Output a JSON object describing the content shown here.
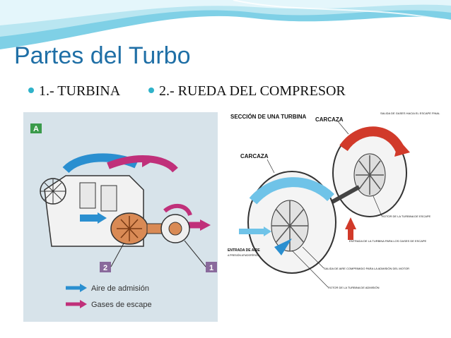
{
  "slide": {
    "title": "Partes del Turbo",
    "bullets": [
      {
        "label": "1.- TURBINA"
      },
      {
        "label": "2.- RUEDA DEL COMPRESOR"
      }
    ]
  },
  "figure_engine": {
    "panel_letter": "A",
    "badge_left": "2",
    "badge_right": "1",
    "legend": [
      {
        "text": "Aire de admisión",
        "color": "#2a8fd0"
      },
      {
        "text": "Gases de escape",
        "color": "#c0307a"
      }
    ]
  },
  "figure_section": {
    "heading": "SECCIÓN DE UNA TURBINA",
    "labels": {
      "carcaza_top": "CARCAZA",
      "carcaza_left": "CARCAZA",
      "exhaust_out": "SALIDA DE GASES HACIA EL ESCAPE FINAL",
      "rotor_exhaust": "ROTOR DE LA TURBINA DE ESCAPE",
      "turbine_inlet": "ENTRADA DE LA TURBINA PARA LOS GASES DE ESCAPE",
      "air_inlet": "ENTRADA DE AIRE",
      "air_pressure": "A PRESIÓN ATMOSFÉRICA",
      "compressed_air": "SALIDA DE AIRE COMPRIMIDO PARA LA ADMISIÓN DEL MOTOR",
      "rotor_intake": "ROTOR DE LA TURBINA DE ADMISIÓN"
    }
  }
}
